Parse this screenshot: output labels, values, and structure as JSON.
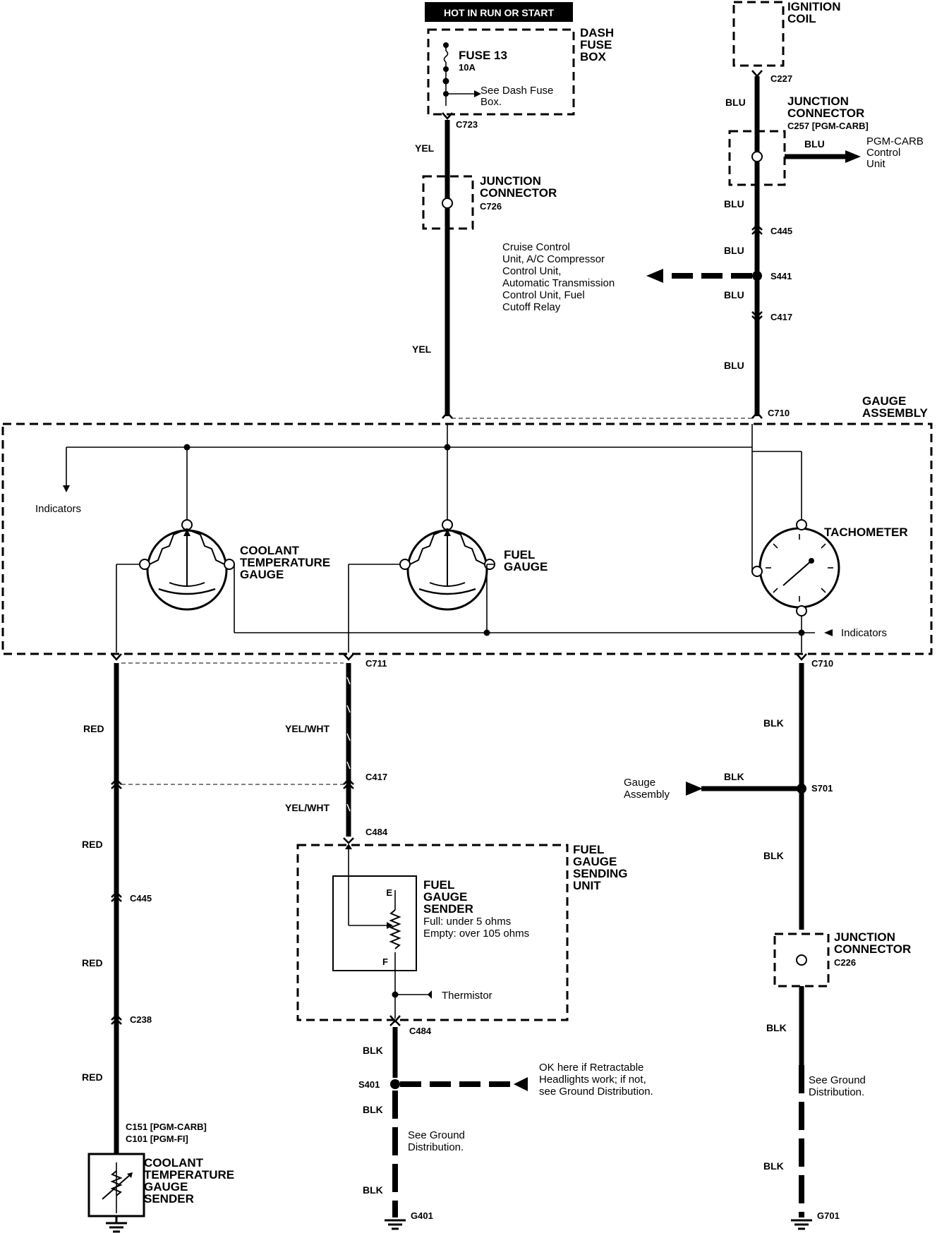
{
  "diagram": {
    "hot_label": "HOT IN RUN OR START",
    "dash_fuse_box": [
      "DASH",
      "FUSE",
      "BOX"
    ],
    "fuse_name": "FUSE 13",
    "fuse_rating": "10A",
    "fuse_see": [
      "See Dash Fuse",
      "Box."
    ],
    "ignition_coil": [
      "IGNITION",
      "COIL"
    ],
    "gauge_assembly": [
      "GAUGE",
      "ASSEMBLY"
    ],
    "junction_connector": [
      "JUNCTION",
      "CONNECTOR"
    ],
    "connectors": {
      "c723": "C723",
      "c726": "C726",
      "c227": "C227",
      "c257": "C257 [PGM-CARB]",
      "c445_top": "C445",
      "s441": "S441",
      "c417_top": "C417",
      "c710_top": "C710",
      "c710_bottom": "C710",
      "c711": "C711",
      "c417_mid": "C417",
      "c484_top": "C484",
      "c484_bottom": "C484",
      "c445_left": "C445",
      "c238": "C238",
      "c151": "C151 [PGM-CARB]",
      "c101": "C101 [PGM-FI]",
      "s701": "S701",
      "c226": "C226",
      "s401": "S401",
      "g401": "G401",
      "g701": "G701"
    },
    "wires": {
      "yel": "YEL",
      "blu": "BLU",
      "red": "RED",
      "yel_wht": "YEL/WHT",
      "blk": "BLK"
    },
    "pgm_carb_unit": [
      "PGM-CARB",
      "Control",
      "Unit"
    ],
    "cruise_text": [
      "Cruise Control",
      "Unit, A/C Compressor",
      "Control Unit,",
      "Automatic Transmission",
      "Control Unit, Fuel",
      "Cutoff Relay"
    ],
    "indicators": "Indicators",
    "coolant_gauge": [
      "COOLANT",
      "TEMPERATURE",
      "GAUGE"
    ],
    "fuel_gauge": [
      "FUEL",
      "GAUGE"
    ],
    "tachometer": "TACHOMETER",
    "gauge_assembly_side": [
      "Gauge",
      "Assembly"
    ],
    "fuel_sending_unit": [
      "FUEL",
      "GAUGE",
      "SENDING",
      "UNIT"
    ],
    "fuel_sender": [
      "FUEL",
      "GAUGE",
      "SENDER"
    ],
    "sender_full": "Full:  under 5 ohms",
    "sender_empty": "Empty:  over 105 ohms",
    "sender_e": "E",
    "sender_f": "F",
    "thermistor": "Thermistor",
    "ok_here": [
      "OK here if Retractable",
      "Headlights work; if not,",
      "see Ground Distribution."
    ],
    "see_ground": [
      "See Ground",
      "Distribution."
    ],
    "coolant_sender": [
      "COOLANT",
      "TEMPERATURE",
      "GAUGE",
      "SENDER"
    ]
  }
}
